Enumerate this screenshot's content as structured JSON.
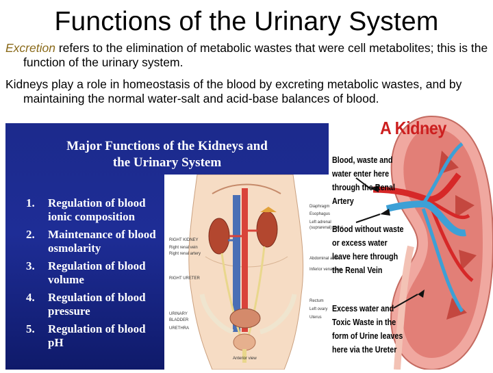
{
  "title": "Functions of the Urinary System",
  "para1": {
    "term": "Excretion",
    "rest": " refers to the elimination of metabolic wastes that were cell metabolites; this is the function of the urinary system."
  },
  "para2": "Kidneys play a role in homeostasis of the blood by excreting metabolic wastes, and by maintaining the normal water-salt and acid-base balances of blood.",
  "panel": {
    "title_line1": "Major Functions of the Kidneys and",
    "title_line2": "the Urinary System",
    "functions": [
      {
        "num": "1.",
        "text": "Regulation of blood ionic composition"
      },
      {
        "num": "2.",
        "text": "Maintenance of blood osmolarity"
      },
      {
        "num": "3.",
        "text": "Regulation of blood volume"
      },
      {
        "num": "4.",
        "text": "Regulation of blood pressure"
      },
      {
        "num": "5.",
        "text": "Regulation of blood pH"
      }
    ]
  },
  "anatomy_labels": {
    "diaphragm": "Diaphragm",
    "esophagus": "Esophagus",
    "left_adrenal": "Left adrenal",
    "suprarenal": "(suprarenal) gland",
    "right_kidney": "RIGHT KIDNEY",
    "right_renal_vein": "Right renal vein",
    "right_renal_artery": "Right renal artery",
    "abdominal_aorta": "Abdominal aorta",
    "inferior_vena_cava": "Inferior vena cava",
    "right_ureter": "RIGHT URETER",
    "rectum": "Rectum",
    "left_ovary": "Left ovary",
    "uterus": "Uterus",
    "urinary": "URINARY",
    "bladder": "BLADDER",
    "urethra": "URETHRA",
    "view": "Anterior view"
  },
  "kidney": {
    "title": "A Kidney",
    "label1": "Blood, waste and water enter here through the Renal Artery",
    "label2": "Blood without waste or excess water leave here through the Renal Vein",
    "label3": "Excess water and Toxic Waste in the form of Urine leaves here via the Ureter"
  },
  "colors": {
    "term": "#8a6a1a",
    "panel": "#1e2d96",
    "kidney_title": "#cc1f1f"
  }
}
